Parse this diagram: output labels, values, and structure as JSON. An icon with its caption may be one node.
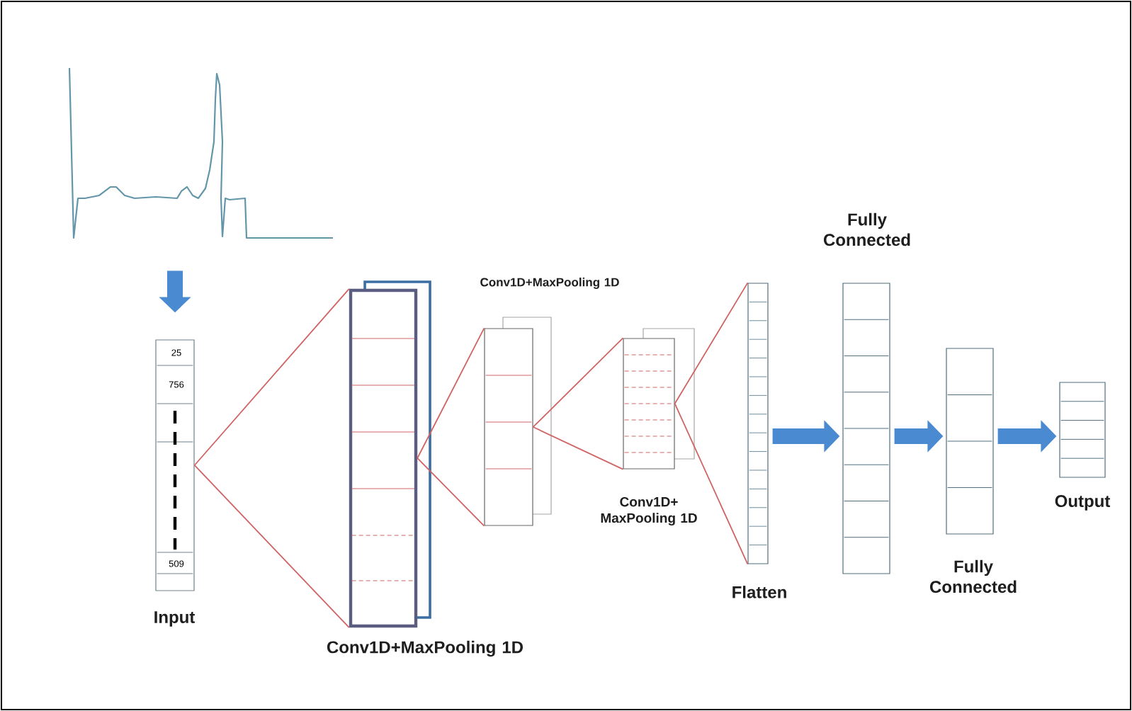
{
  "diagram": {
    "nodes": [
      {
        "text": [],
        "shape": "picture"
      },
      {
        "text": [
          "25",
          "756",
          "509"
        ],
        "beside": [
          "Input"
        ]
      },
      {
        "text": [],
        "shape": "box",
        "beside": [
          "Conv1D+MaxPooling 1D"
        ]
      },
      {
        "text": [],
        "shape": "box",
        "beside": [
          "Conv1D+MaxPooling 1D"
        ]
      },
      {
        "text": [],
        "shape": "box",
        "beside": [
          "Conv1D+ MaxPooling 1D"
        ]
      },
      {
        "text": [],
        "shape": "box",
        "beside": [
          "Flatten"
        ]
      },
      {
        "text": [],
        "shape": "box",
        "beside": [
          "Fully Connected"
        ]
      },
      {
        "text": [],
        "shape": "box",
        "beside": [
          "Fully Connected"
        ]
      },
      {
        "text": [],
        "shape": "box",
        "beside": [
          "Output"
        ]
      }
    ],
    "edges": [
      {
        "from": 0,
        "to": 1,
        "arrow": "to",
        "style": "thick",
        "color": "#4a8ad0"
      },
      {
        "from": 1,
        "to": 2,
        "arrow": "none",
        "color": "#d06464"
      },
      {
        "from": 2,
        "to": 3,
        "arrow": "none",
        "color": "#d06464"
      },
      {
        "from": 3,
        "to": 4,
        "arrow": "none",
        "color": "#d06464"
      },
      {
        "from": 4,
        "to": 5,
        "arrow": "none",
        "color": "#d06464"
      },
      {
        "from": 5,
        "to": 6,
        "arrow": "to",
        "style": "thick",
        "color": "#4a8ad0"
      },
      {
        "from": 6,
        "to": 7,
        "arrow": "to",
        "style": "thick",
        "color": "#4a8ad0"
      },
      {
        "from": 7,
        "to": 8,
        "arrow": "to",
        "style": "thick",
        "color": "#4a8ad0"
      }
    ]
  }
}
